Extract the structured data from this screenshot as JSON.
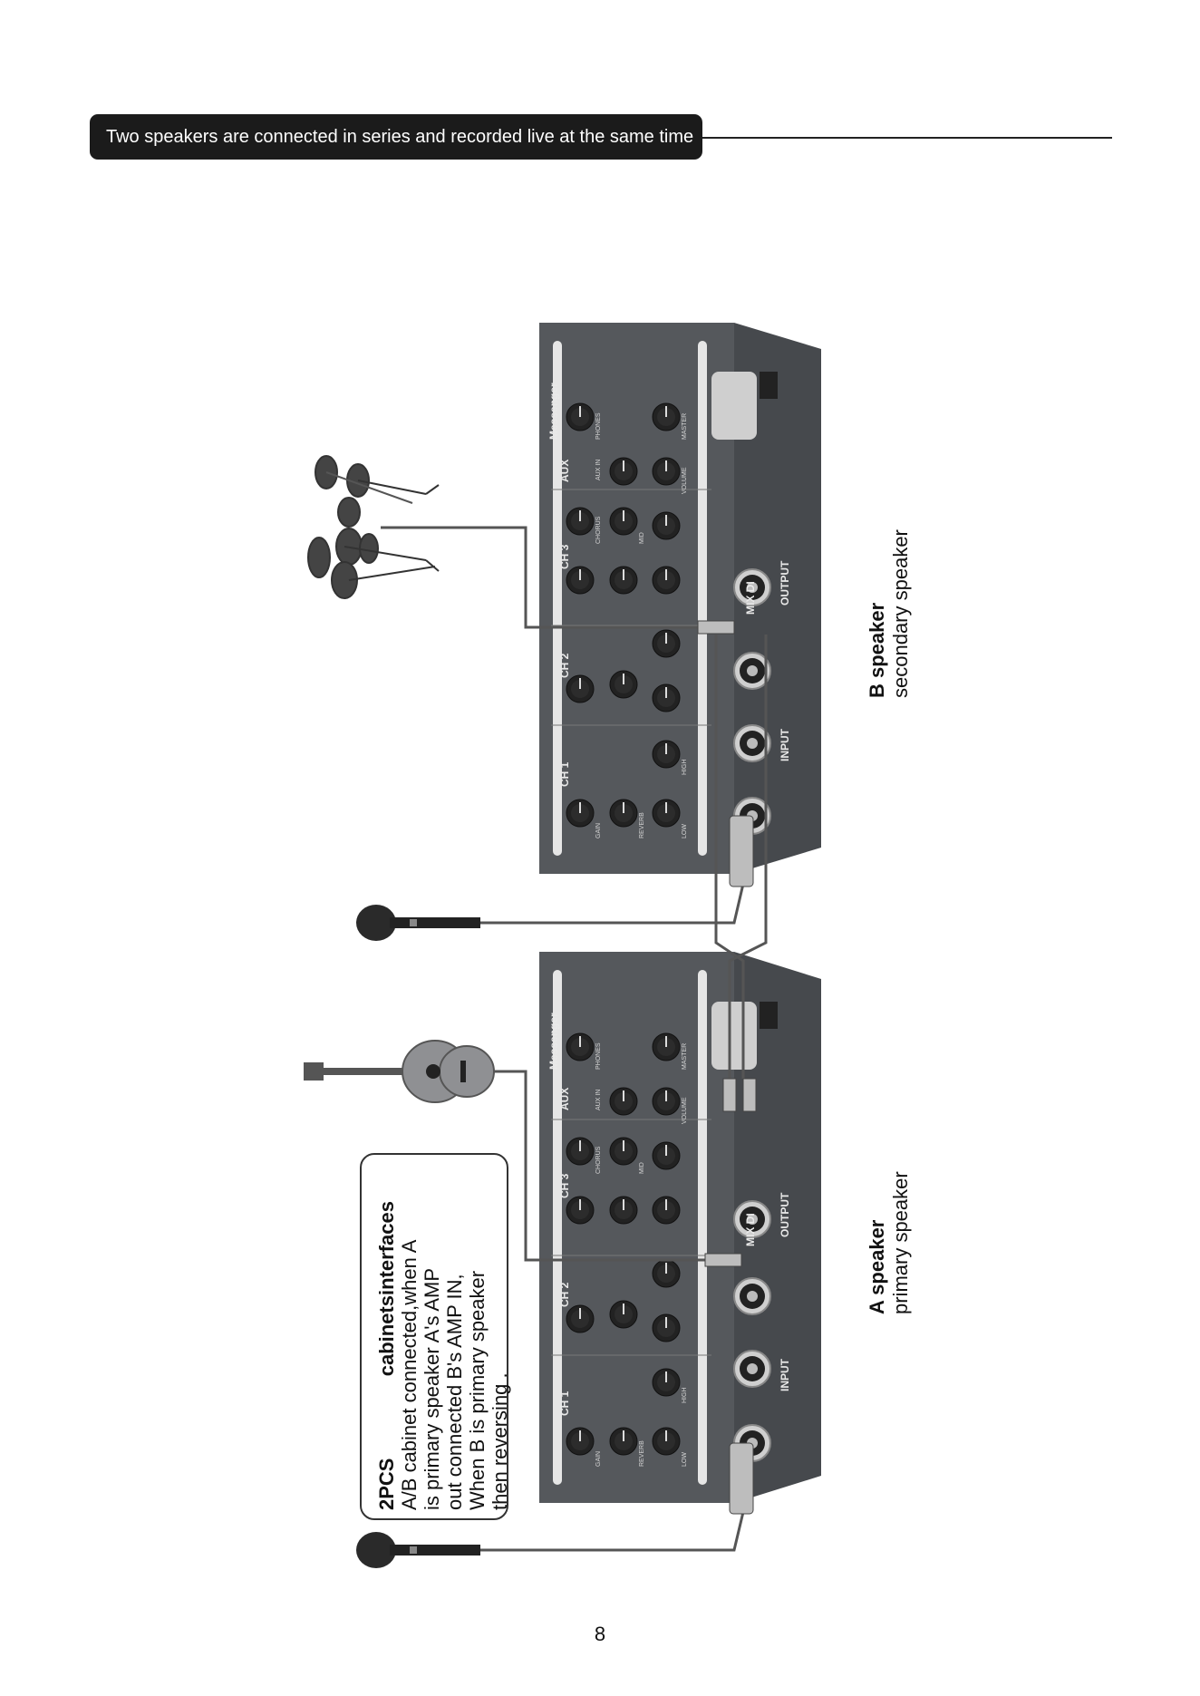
{
  "header": {
    "title": "Two speakers are connected in series and recorded live at the same time"
  },
  "speaker_b": {
    "name": "B speaker",
    "role": "secondary speaker"
  },
  "speaker_a": {
    "name": "A speaker",
    "role": "primary speaker"
  },
  "note": {
    "line1_left": "2PCS",
    "line1_right": "cabinetsinterfaces",
    "line2": "A/B cabinet connected,when A",
    "line3": "is primary speaker  A's AMP",
    "line4": "out connected B's AMP IN,",
    "line5": "When B is primary speaker",
    "line6": "then reversing ."
  },
  "amp": {
    "brand": "Messenger",
    "ch1": "CH 1",
    "ch2": "CH 2",
    "ch3": "CH 3",
    "aux": "AUX",
    "gain": "GAIN",
    "reverb": "REVERB",
    "chorus": "CHORUS",
    "low": "LOW",
    "mid": "MID",
    "high": "HIGH",
    "volume": "VOLUME",
    "phones": "PHONES",
    "master": "MASTER",
    "input": "INPUT",
    "output": "OUTPUT",
    "mix_di": "MIX DI",
    "aux_in": "AUX IN"
  },
  "page": {
    "number": "8"
  },
  "colors": {
    "amp_body": "#55585c",
    "amp_dark": "#3e4044",
    "cable": "#555555",
    "header_bg": "#1b1b1b"
  }
}
